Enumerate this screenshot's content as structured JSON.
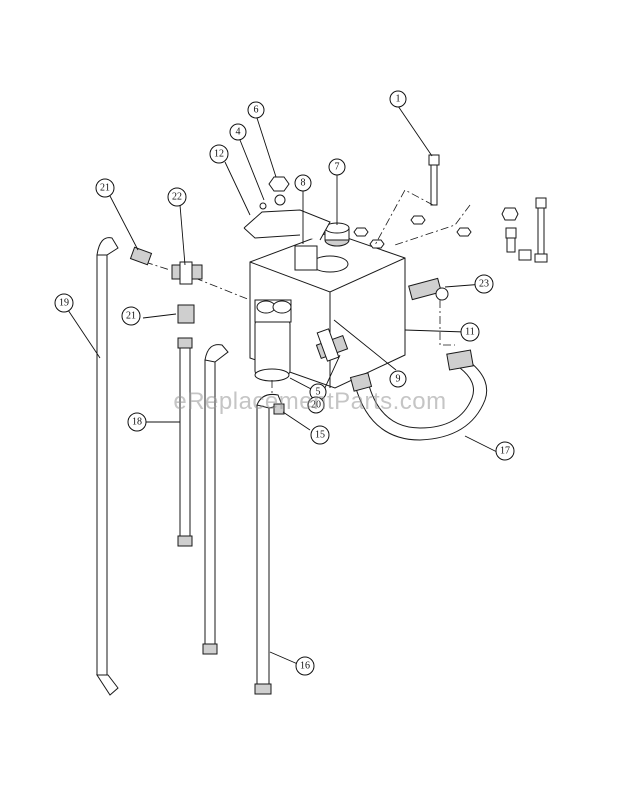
{
  "watermark": "eReplacementParts.com",
  "callouts": [
    {
      "label": "1"
    },
    {
      "label": "4"
    },
    {
      "label": "5"
    },
    {
      "label": "6"
    },
    {
      "label": "7"
    },
    {
      "label": "8"
    },
    {
      "label": "9"
    },
    {
      "label": "11"
    },
    {
      "label": "12"
    },
    {
      "label": "15"
    },
    {
      "label": "16"
    },
    {
      "label": "17"
    },
    {
      "label": "18"
    },
    {
      "label": "19"
    },
    {
      "label": "20"
    },
    {
      "label": "21"
    },
    {
      "label": "21"
    },
    {
      "label": "22"
    },
    {
      "label": "23"
    }
  ],
  "colors": {
    "line": "#1a1a1a",
    "background": "#ffffff",
    "watermark": "#969696"
  }
}
